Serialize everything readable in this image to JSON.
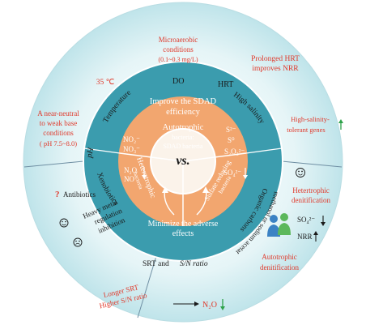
{
  "center": {
    "vs": "vs.",
    "autotrophic_line1": "Autotrophic",
    "autotrophic_line2": "bacteria:",
    "autotrophic_line3": "SDAD bacteria",
    "heterotrophic_line1": "Heterotrophic",
    "heterotrophic_line2": "bacteria",
    "sulfate_line1": "Sulfate reducing",
    "sulfate_line2": "bacteria"
  },
  "ring2": {
    "improve_line1": "Improve the SDAD",
    "improve_line2": "efficiency",
    "minimize_line1": "Minimize the adverse",
    "minimize_line2": "effects",
    "no2": "NO₂⁻",
    "no3": "NO₃⁻",
    "n2o": "N₂O",
    "no": "NO",
    "s2": "S²⁻",
    "s0": "S⁰",
    "s2o3": "S₂O₃²⁻",
    "so4": "SO₄²⁻"
  },
  "outer": {
    "microaerobic_line1": "Microaerobic",
    "microaerobic_line2": "conditions",
    "microaerobic_line3": "(0.1~0.3 mg/L)",
    "temp_value": "35 ℃",
    "temperature": "Temperature",
    "do": "DO",
    "hrt": "HRT",
    "hrt_note_line1": "Prolonged HRT",
    "hrt_note_line2": "improves NRR",
    "ph": "pH",
    "ph_note_line1": "A near-neutral",
    "ph_note_line2": "to weak base",
    "ph_note_line3": "conditions",
    "ph_note_line4": "( pH 7.5~8.0)",
    "salinity": "High salinity",
    "salinity_note_line1": "High-salinity-",
    "salinity_note_line2": "tolerant genes",
    "antibiotics_q": "?",
    "antibiotics": "Antibiotics",
    "xenobiotics": "Xenobiotics",
    "heavy_line1": "Heavy metal",
    "heavy_line2": "regulation",
    "heavy_line3": "inhibition",
    "organic_line1": "Organic carbons",
    "organic_line2": "methanol or sodium acetate",
    "hetero_denit_line1": "Hetertrophic",
    "hetero_denit_line2": "denitification",
    "so4_label": "SO₄²⁻",
    "nrr_label": "NRR",
    "auto_denit_line1": "Autotrophic",
    "auto_denit_line2": "denitification",
    "srt_line_a": "SRT and",
    "srt_line_b": "S/N ratio",
    "srt_note_line1": "Longer SRT",
    "srt_note_line2": "Higher S/N ratio",
    "n2o_label": "N₂O"
  },
  "colors": {
    "outer_ring": "#c9e9ee",
    "inner_teal": "#3b9cae",
    "core_orange": "#f2a66f",
    "core_light": "#f7c8a1",
    "red_text": "#e0392b",
    "green_arrow": "#2ea24a",
    "dark_text": "#1a1a1a",
    "white_text": "#ffffff"
  }
}
